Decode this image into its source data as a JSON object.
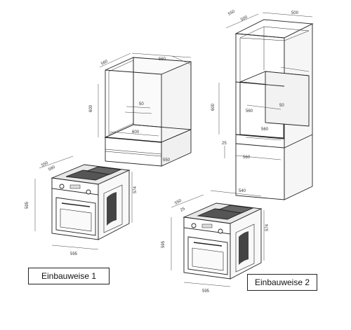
{
  "captions": {
    "option_1": "Einbauweise 1",
    "option_2": "Einbauweise 2"
  },
  "niche_1": {
    "width_top": "560",
    "depth_top": "560",
    "height_left": "600",
    "inner_depth": "50",
    "bottom_width": "600",
    "plinth_depth": "550"
  },
  "niche_2": {
    "width_top": "500",
    "depth_top": "500",
    "side": "550",
    "height_left": "600",
    "inner_width": "560",
    "inner_depth": "50",
    "bottom_width": "560",
    "plinth": "25",
    "lower_width": "560"
  },
  "oven_1": {
    "height": "595",
    "depth": "550",
    "depth_small": "560",
    "side_height": "574",
    "width": "595"
  },
  "oven_2": {
    "height": "595",
    "depth": "550",
    "depth_small": "25",
    "side_height": "574",
    "width": "595",
    "top_width": "540"
  }
}
